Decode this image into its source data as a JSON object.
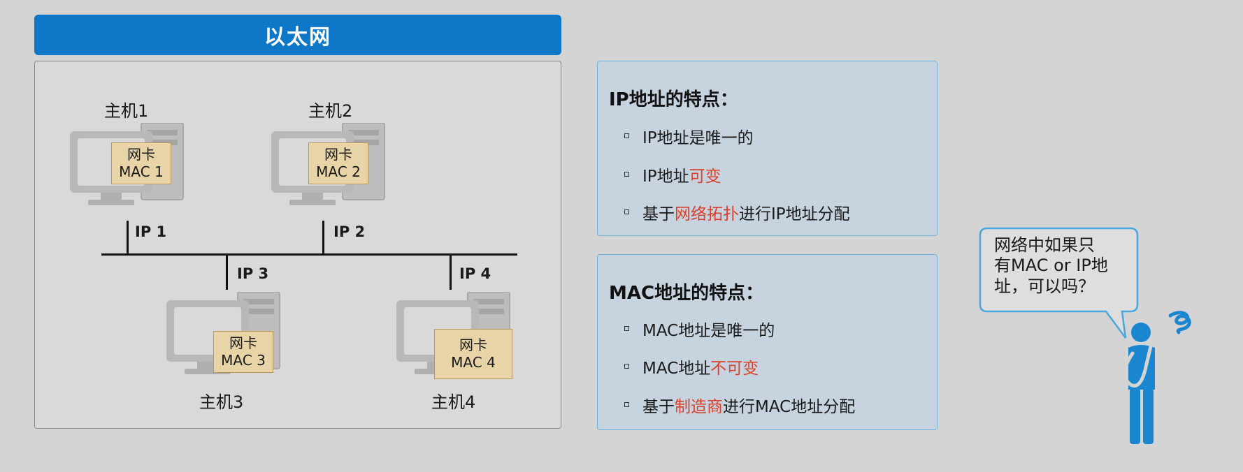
{
  "title": "以太网",
  "diagram": {
    "hosts": [
      {
        "label": "主机1",
        "nic_title": "网卡",
        "nic_mac": "MAC 1",
        "ip": "IP 1"
      },
      {
        "label": "主机2",
        "nic_title": "网卡",
        "nic_mac": "MAC 2",
        "ip": "IP 2"
      },
      {
        "label": "主机3",
        "nic_title": "网卡",
        "nic_mac": "MAC 3",
        "ip": "IP 3"
      },
      {
        "label": "主机4",
        "nic_title": "网卡",
        "nic_mac": "MAC 4",
        "ip": "IP 4"
      }
    ]
  },
  "ip_box": {
    "title": "IP地址的特点：",
    "items": [
      {
        "plain": "IP地址是唯一的",
        "highlight": "",
        "tail": ""
      },
      {
        "plain": "IP地址",
        "highlight": "可变",
        "tail": ""
      },
      {
        "plain": "基于",
        "highlight": "网络拓扑",
        "tail": "进行IP地址分配"
      }
    ]
  },
  "mac_box": {
    "title": "MAC地址的特点：",
    "items": [
      {
        "plain": "MAC地址是唯一的",
        "highlight": "",
        "tail": ""
      },
      {
        "plain": "MAC地址",
        "highlight": "不可变",
        "tail": ""
      },
      {
        "plain": "基于",
        "highlight": "制造商",
        "tail": "进行MAC地址分配"
      }
    ]
  },
  "bubble": {
    "lines": [
      "网络中如果只",
      "有MAC or IP地",
      "址，可以吗？"
    ]
  },
  "colors": {
    "title_bar": "#0f77c7",
    "highlight": "#d9402b",
    "nic_fill": "#e8d4a6",
    "info_box": "#c7d3de",
    "person": "#1a86cf"
  }
}
